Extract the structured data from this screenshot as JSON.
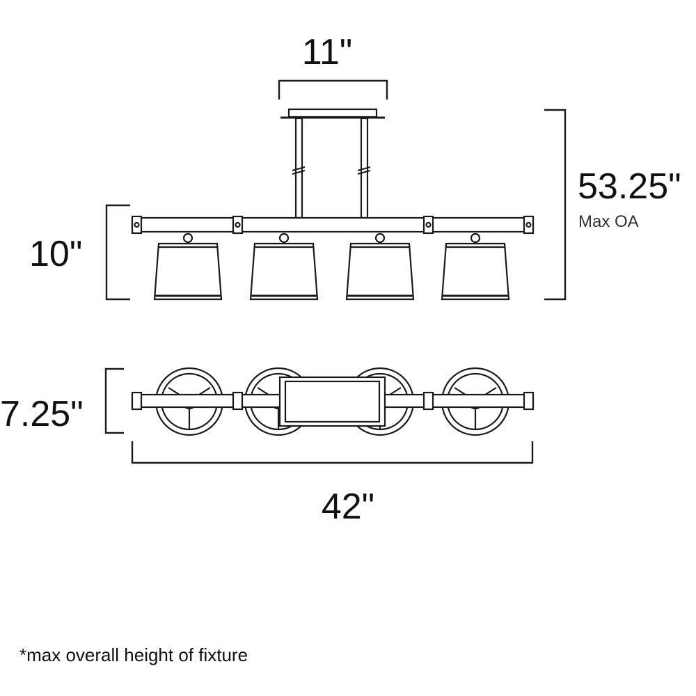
{
  "dimensions": {
    "canopy_width": "11\"",
    "overall_height": "53.25\"",
    "overall_height_note": "Max OA",
    "fixture_height": "10\"",
    "depth": "7.25\"",
    "length": "42\""
  },
  "footnote": "*max overall height of fixture",
  "colors": {
    "line": "#1a1a1a",
    "background": "#ffffff"
  }
}
